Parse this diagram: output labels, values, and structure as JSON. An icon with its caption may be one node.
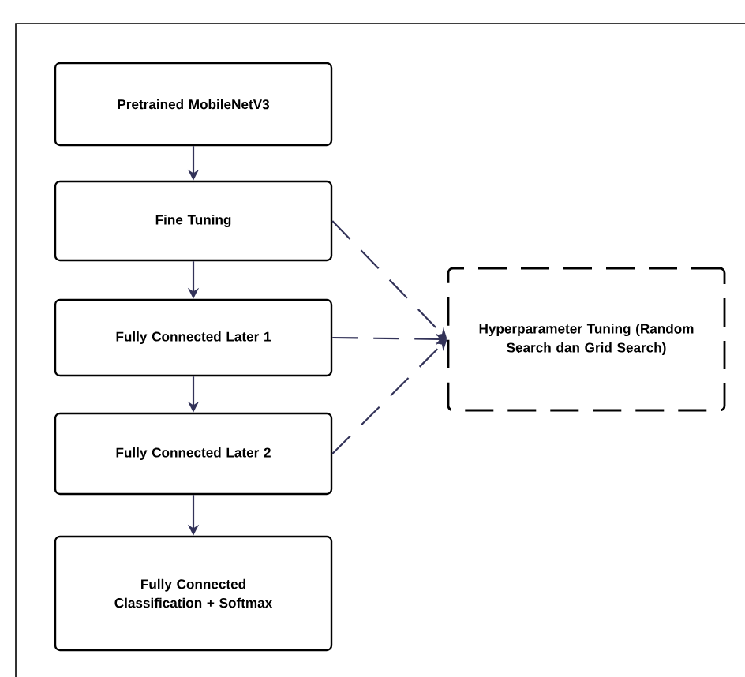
{
  "diagram": {
    "nodes": [
      {
        "text": [
          "Pretrained MobileNetV3"
        ]
      },
      {
        "text": [
          "Fine Tuning"
        ]
      },
      {
        "text": [
          "Fully Connected Later 1"
        ]
      },
      {
        "text": [
          "Fully Connected Later 2"
        ]
      },
      {
        "text": [
          "Fully Connected Classification + Softmax"
        ]
      },
      {
        "text": [
          "Hyperparameter Tuning (Random Search dan Grid Search)"
        ]
      }
    ],
    "edges": [
      {
        "from": 0,
        "to": 1,
        "arrow": "to"
      },
      {
        "from": 1,
        "to": 2,
        "arrow": "to"
      },
      {
        "from": 2,
        "to": 3,
        "arrow": "to"
      },
      {
        "from": 3,
        "to": 4,
        "arrow": "to"
      },
      {
        "from": 1,
        "to": 5,
        "arrow": "to",
        "style": "dashed"
      },
      {
        "from": 2,
        "to": 5,
        "arrow": "to",
        "style": "dashed"
      },
      {
        "from": 3,
        "to": 5,
        "arrow": "to",
        "style": "dashed"
      }
    ]
  }
}
